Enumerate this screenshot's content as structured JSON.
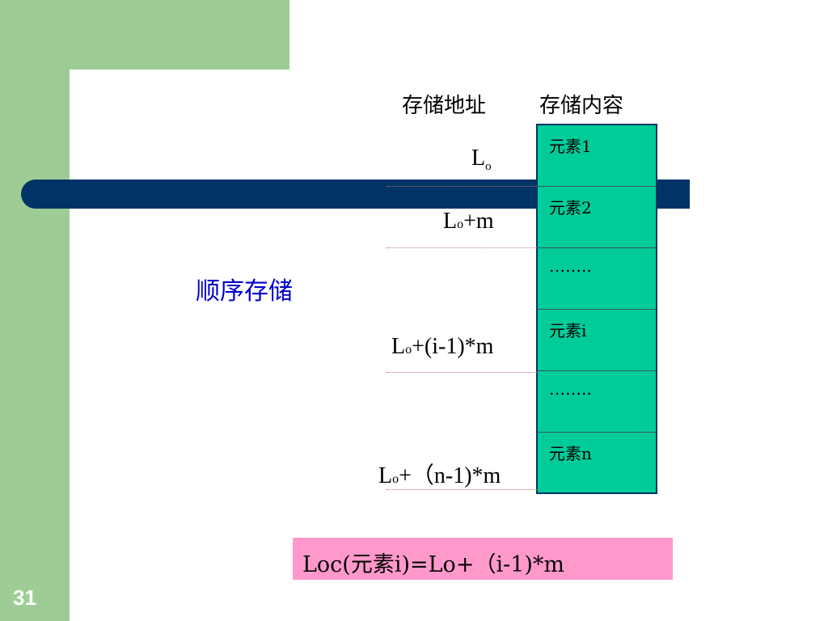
{
  "slide_number": "31",
  "headers": {
    "address": "存储地址",
    "content": "存储内容"
  },
  "left_label": "顺序存储",
  "cells": [
    "元素1",
    "元素2",
    "……..",
    "元素i",
    "……..",
    "元素n"
  ],
  "addresses": {
    "a0_main": "L",
    "a0_sub": "o",
    "a1_main": "L",
    "a1_sub": "o",
    "a1_rest": "+m",
    "ai_main": "L",
    "ai_sub": "o",
    "ai_rest": "+(i-1)*m",
    "an_main": "L",
    "an_sub": "o",
    "an_rest": "+（n-1)*m"
  },
  "formula": "Loc(元素i)=Lo+（i-1)*m",
  "colors": {
    "green": "#9dcd95",
    "navy": "#003366",
    "cell": "#00cc99",
    "blue_text": "#0000cc",
    "pink": "#ff99cc"
  }
}
